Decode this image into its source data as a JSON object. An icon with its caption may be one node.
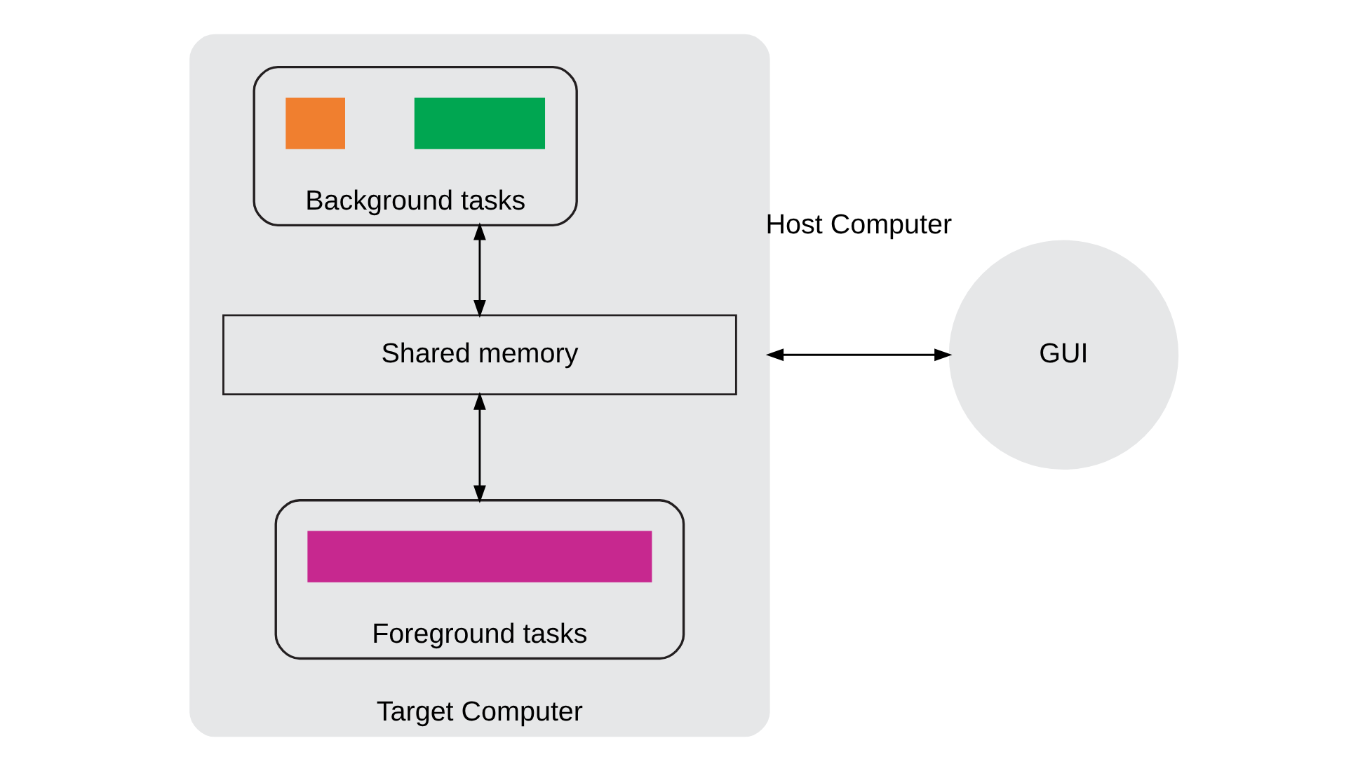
{
  "diagram": {
    "nodes": [
      {
        "text": [
          "Target Computer"
        ]
      },
      {
        "text": [
          "Background tasks"
        ],
        "in": 0
      },
      {
        "text": [],
        "shape": "bar",
        "in": 1
      },
      {
        "text": [],
        "shape": "bar",
        "in": 1
      },
      {
        "text": [
          "Shared memory"
        ],
        "in": 0
      },
      {
        "text": [
          "Foreground tasks"
        ],
        "in": 0
      },
      {
        "text": [],
        "shape": "bar",
        "in": 5
      },
      {
        "text": [
          "GUI"
        ],
        "beside": [
          "Host Computer"
        ]
      }
    ],
    "edges": [
      {
        "from": 1,
        "to": 4,
        "arrow": "both"
      },
      {
        "from": 4,
        "to": 5,
        "arrow": "both"
      },
      {
        "from": 0,
        "to": 7,
        "arrow": "both"
      }
    ]
  }
}
